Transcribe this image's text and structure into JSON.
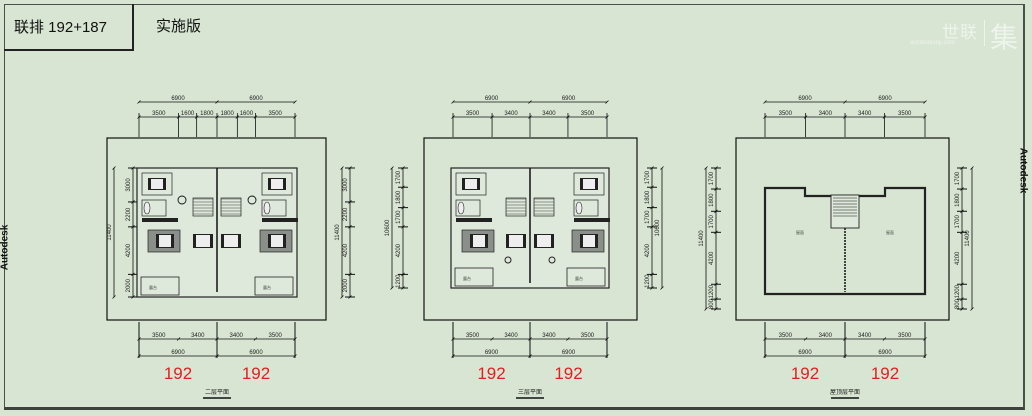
{
  "title": "联排 192+187",
  "version": "实施版",
  "watermark": {
    "cn": "世联",
    "big": "集",
    "url": "worldunionji.com"
  },
  "side_label": "Autodesk",
  "colors": {
    "unit_label": "#e02020",
    "background": "#d8e5d3"
  },
  "plans": [
    {
      "caption": "二层平面",
      "units": [
        "192",
        "192"
      ],
      "top_totals": [
        6900,
        6900
      ],
      "top_segments": [
        3500,
        1600,
        1800,
        1800,
        1600,
        3500
      ],
      "bottom_segments": [
        3500,
        3400,
        3400,
        3500
      ],
      "bottom_totals": [
        6900,
        6900
      ],
      "left_total": 11400,
      "left_segments": [
        3000,
        2200,
        4200,
        2000
      ],
      "right_total": 11400,
      "right_segments": [
        3000,
        2200,
        4200,
        2000
      ],
      "rooms": [
        "露台",
        "露台"
      ]
    },
    {
      "caption": "三层平面",
      "units": [
        "192",
        "192"
      ],
      "top_totals": [
        6900,
        6900
      ],
      "top_segments": [
        3500,
        3400,
        3400,
        3500
      ],
      "bottom_segments": [
        3500,
        3400,
        3400,
        3500
      ],
      "bottom_totals": [
        6900,
        6900
      ],
      "left_total": 10600,
      "left_segments": [
        1700,
        1800,
        1700,
        4200,
        1200
      ],
      "right_total": 10600,
      "right_segments": [
        1700,
        1800,
        1700,
        4200,
        1200
      ],
      "rooms": [
        "露台",
        "露台"
      ]
    },
    {
      "caption": "屋顶层平面",
      "units": [
        "192",
        "192"
      ],
      "top_totals": [
        6900,
        6900
      ],
      "top_segments": [
        3500,
        3400,
        3400,
        3500
      ],
      "bottom_segments": [
        3500,
        3400,
        3400,
        3500
      ],
      "bottom_totals": [
        6900,
        6900
      ],
      "left_total": 11400,
      "left_segments": [
        1700,
        1800,
        1700,
        4200,
        1200,
        800
      ],
      "right_total": 11400,
      "right_segments": [
        1700,
        1800,
        1700,
        4200,
        1200,
        800
      ],
      "rooms": [
        "屋面",
        "屋面"
      ]
    }
  ]
}
